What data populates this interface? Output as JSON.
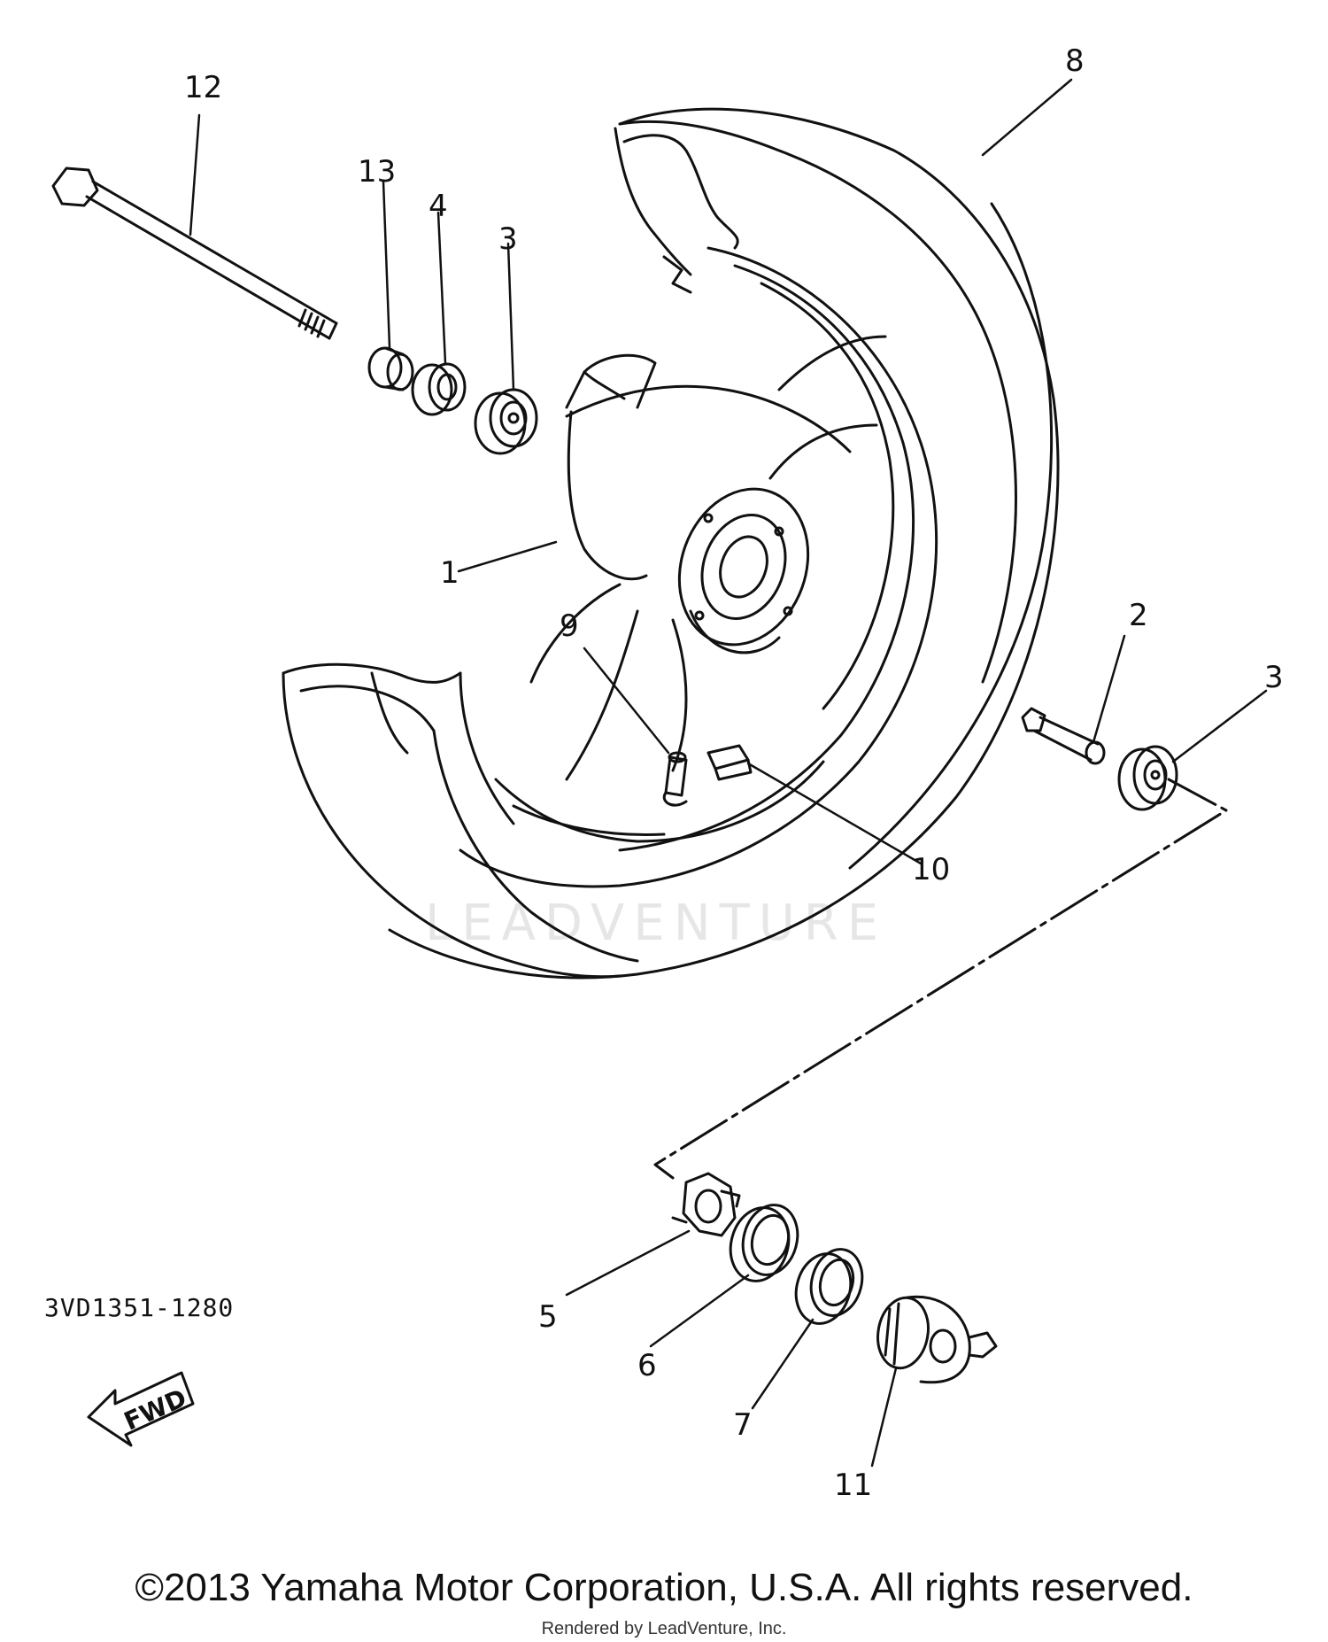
{
  "diagram": {
    "callouts": [
      "1",
      "2",
      "3",
      "3",
      "4",
      "5",
      "6",
      "7",
      "8",
      "9",
      "10",
      "11",
      "12",
      "13"
    ],
    "direction_label": "FWD",
    "diagram_code": "3VD1351-1280",
    "watermark": "LEADVENTURE",
    "copyright": "©2013 Yamaha Motor Corporation, U.S.A. All rights reserved.",
    "rendered_by": "Rendered by LeadVenture, Inc."
  }
}
